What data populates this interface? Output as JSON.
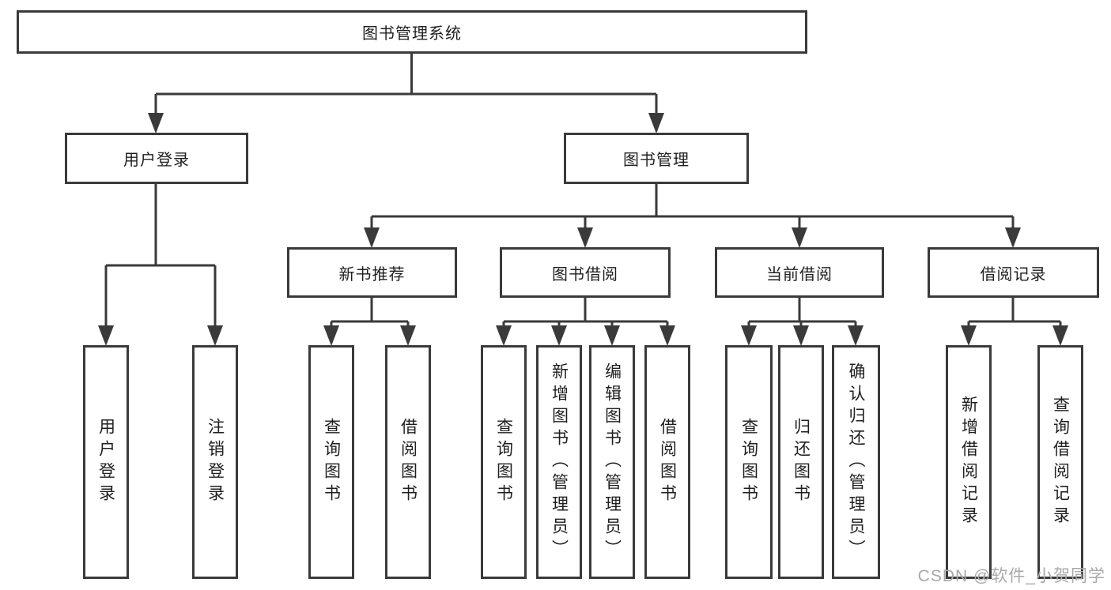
{
  "tree": {
    "root": {
      "label": "图书管理系统",
      "children": [
        {
          "label": "用户登录",
          "children": [
            {
              "label": "用户登录"
            },
            {
              "label": "注销登录"
            }
          ]
        },
        {
          "label": "图书管理",
          "children": [
            {
              "label": "新书推荐",
              "children": [
                {
                  "label": "查询图书"
                },
                {
                  "label": "借阅图书"
                }
              ]
            },
            {
              "label": "图书借阅",
              "children": [
                {
                  "label": "查询图书"
                },
                {
                  "label": "新增图书（管理员）"
                },
                {
                  "label": "编辑图书（管理员）"
                },
                {
                  "label": "借阅图书"
                }
              ]
            },
            {
              "label": "当前借阅",
              "children": [
                {
                  "label": "查询图书"
                },
                {
                  "label": "归还图书"
                },
                {
                  "label": "确认归还（管理员）"
                }
              ]
            },
            {
              "label": "借阅记录",
              "children": [
                {
                  "label": "新增借阅记录"
                },
                {
                  "label": "查询借阅记录"
                }
              ]
            }
          ]
        }
      ]
    }
  },
  "watermark": {
    "text": "CSDN @软件_小贺同学"
  },
  "colors": {
    "line": "#3a3a3a",
    "text": "#1f1f1f",
    "watermark_text": "#a9a9a9",
    "background": "#ffffff"
  }
}
